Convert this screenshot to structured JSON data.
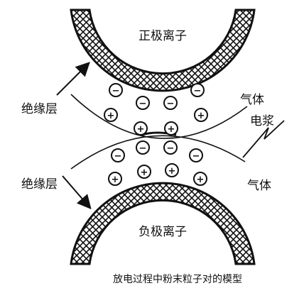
{
  "labels": {
    "top_electrode": "正极离子",
    "bottom_electrode": "负极离子",
    "insulation_top": "绝缘层",
    "insulation_bottom": "绝缘层",
    "gas_top": "气体",
    "gas_bottom": "气体",
    "plasma": "电浆",
    "caption": "放电过程中粉末粒子对的模型"
  },
  "ions": {
    "negative_sign": "−",
    "positive_sign": "+"
  },
  "colors": {
    "ink": "#111111",
    "background": "#ffffff"
  }
}
